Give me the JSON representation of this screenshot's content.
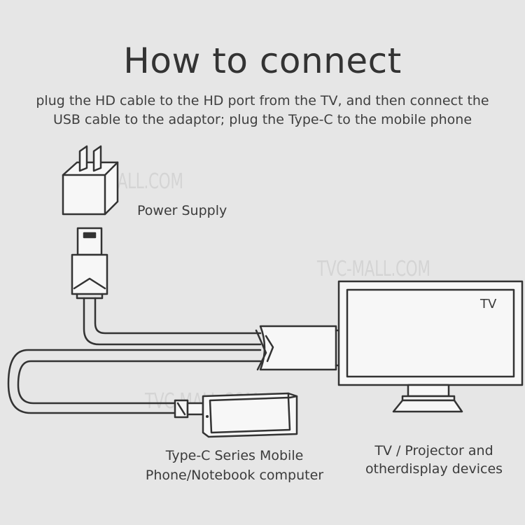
{
  "header": {
    "title": "How to connect",
    "subtitle_line1": "plug the HD cable to the HD port from the TV, and then connect the",
    "subtitle_line2": "USB cable to the adaptor; plug the Type-C to the mobile phone"
  },
  "labels": {
    "power_supply": "Power Supply",
    "tv_screen": "TV",
    "phone_line1": "Type-C Series Mobile",
    "phone_line2": "Phone/Notebook computer",
    "tv_line1": "TV / Projector and",
    "tv_line2": "otherdisplay devices"
  },
  "watermarks": {
    "text": "TVC-MALL.COM"
  },
  "colors": {
    "background": "#e6e6e6",
    "stroke": "#333333",
    "fill": "#f7f7f7"
  }
}
